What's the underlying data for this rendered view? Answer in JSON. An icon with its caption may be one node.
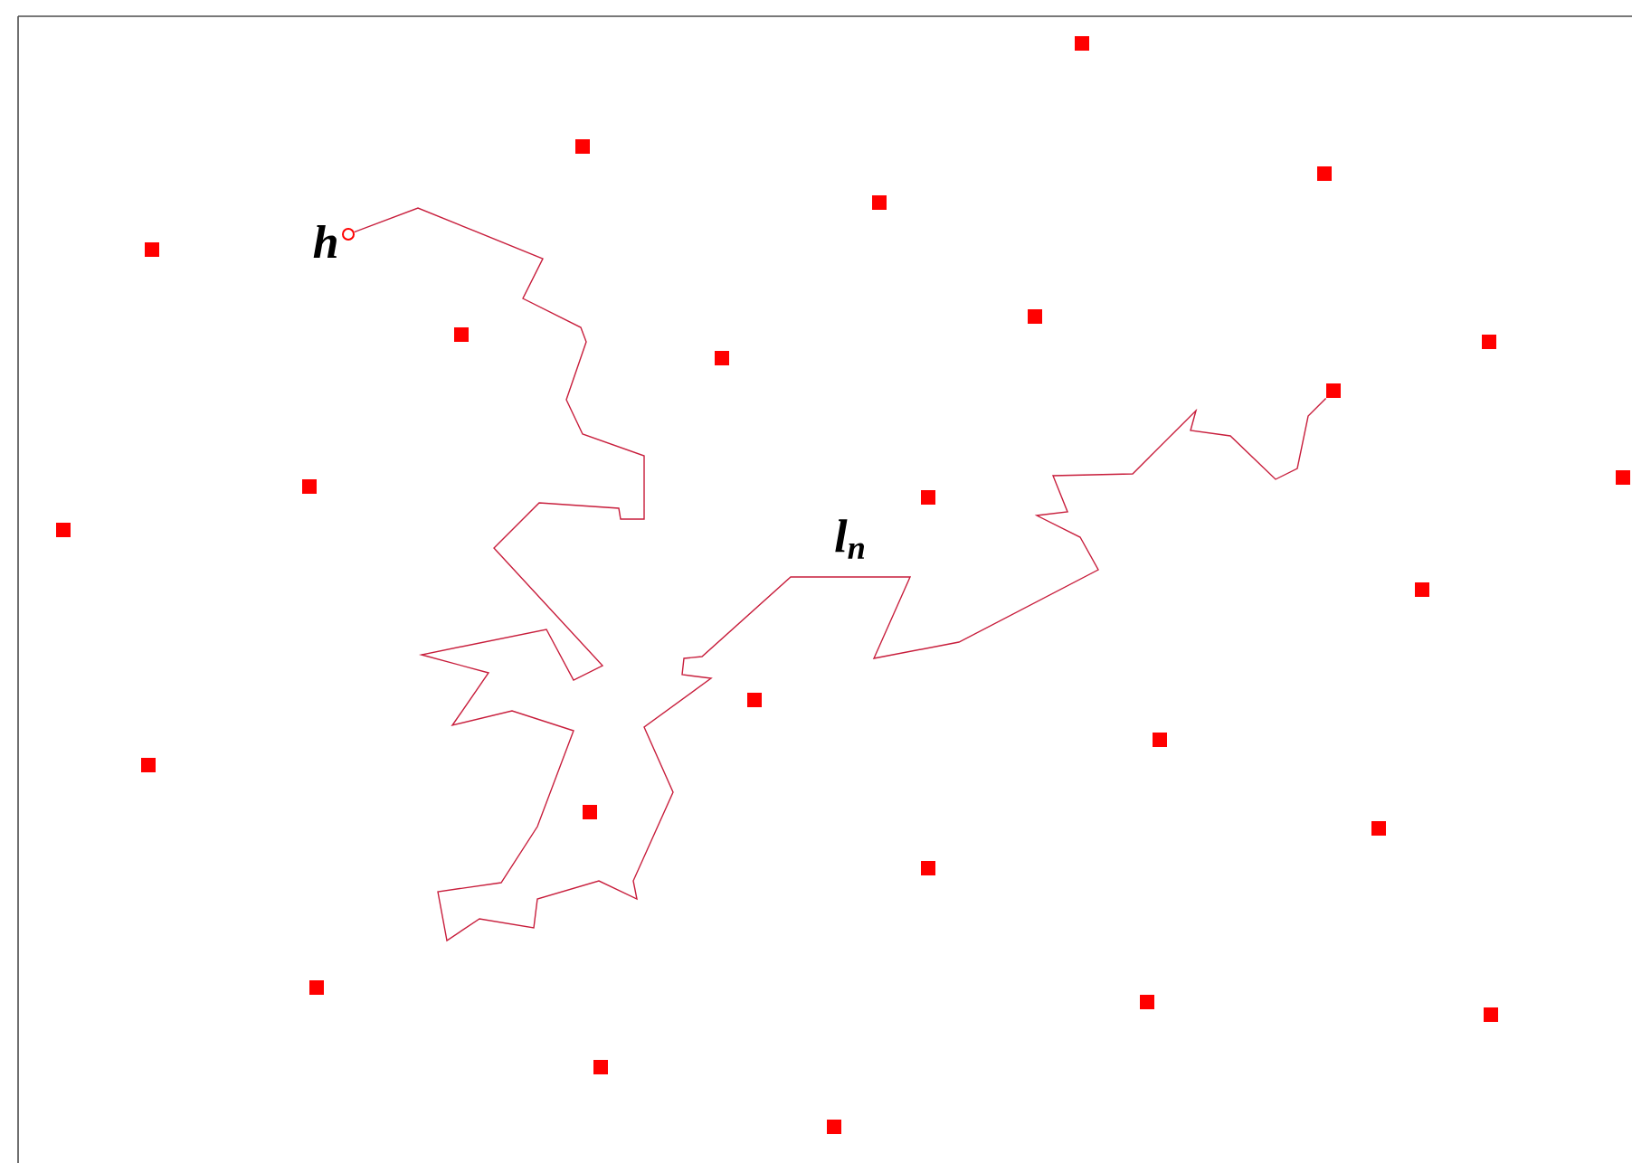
{
  "diagram": {
    "nodes": [
      {
        "text": [],
        "shape": "circle",
        "beside": [
          "h"
        ]
      },
      {
        "text": [],
        "shape": "box"
      },
      {
        "text": [],
        "shape": "box"
      },
      {
        "text": [],
        "shape": "box"
      },
      {
        "text": [],
        "shape": "box"
      },
      {
        "text": [],
        "shape": "box"
      },
      {
        "text": [],
        "shape": "box"
      },
      {
        "text": [],
        "shape": "box"
      },
      {
        "text": [],
        "shape": "box"
      },
      {
        "text": [],
        "shape": "box"
      },
      {
        "text": [],
        "shape": "box"
      },
      {
        "text": [],
        "shape": "box"
      },
      {
        "text": [],
        "shape": "box"
      },
      {
        "text": [],
        "shape": "box"
      },
      {
        "text": [],
        "shape": "box"
      },
      {
        "text": [],
        "shape": "box"
      },
      {
        "text": [],
        "shape": "box"
      },
      {
        "text": [],
        "shape": "box"
      },
      {
        "text": [],
        "shape": "box"
      },
      {
        "text": [],
        "shape": "box"
      },
      {
        "text": [],
        "shape": "box"
      },
      {
        "text": [],
        "shape": "box"
      },
      {
        "text": [],
        "shape": "box"
      },
      {
        "text": [],
        "shape": "box"
      },
      {
        "text": [],
        "shape": "box"
      },
      {
        "text": [],
        "shape": "box"
      },
      {
        "text": [],
        "shape": "box"
      }
    ],
    "edges": [
      {
        "from": 0,
        "to": 21,
        "arrow": "none",
        "label": "l$_{n}$"
      }
    ]
  }
}
